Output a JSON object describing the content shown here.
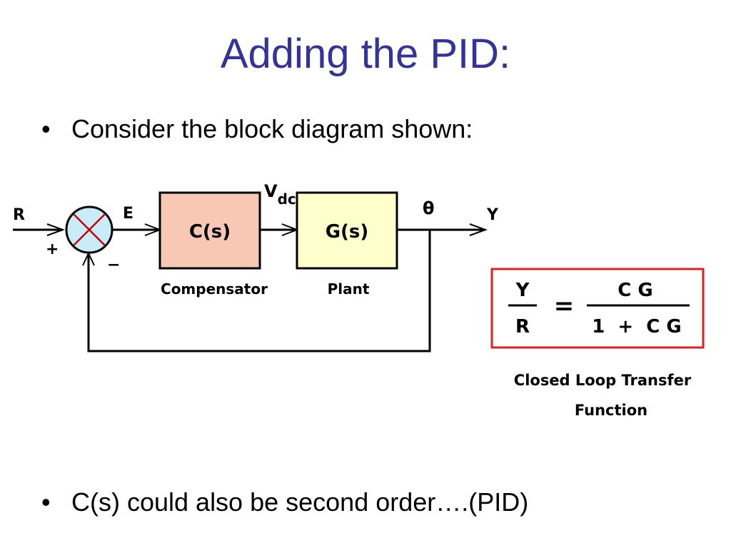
{
  "title": "Adding the PID:",
  "bullets": [
    "Consider the block diagram shown:",
    "C(s) could also be second order….(PID)"
  ],
  "diagram": {
    "input_label": "R",
    "plus_sign": "+",
    "minus_sign": "−",
    "error_label": "E",
    "compensator": {
      "text": "C(s)",
      "caption": "Compensator",
      "fill": "#f9c8b4"
    },
    "vdc": {
      "main": "V",
      "sub": "dc"
    },
    "plant": {
      "text": "G(s)",
      "caption": "Plant",
      "fill": "#ffffcc"
    },
    "theta_label": "θ",
    "output_label": "Y",
    "summing_junction_fill": "#c8ecf8",
    "summing_cross_color": "#cc0000"
  },
  "transfer_function": {
    "lhs_num": "Y",
    "lhs_den": "R",
    "equals": "=",
    "rhs_num": "C G",
    "rhs_den": "1  +  C G",
    "border_color": "#e02020",
    "caption_line1": "Closed Loop Transfer",
    "caption_line2": "Function"
  }
}
